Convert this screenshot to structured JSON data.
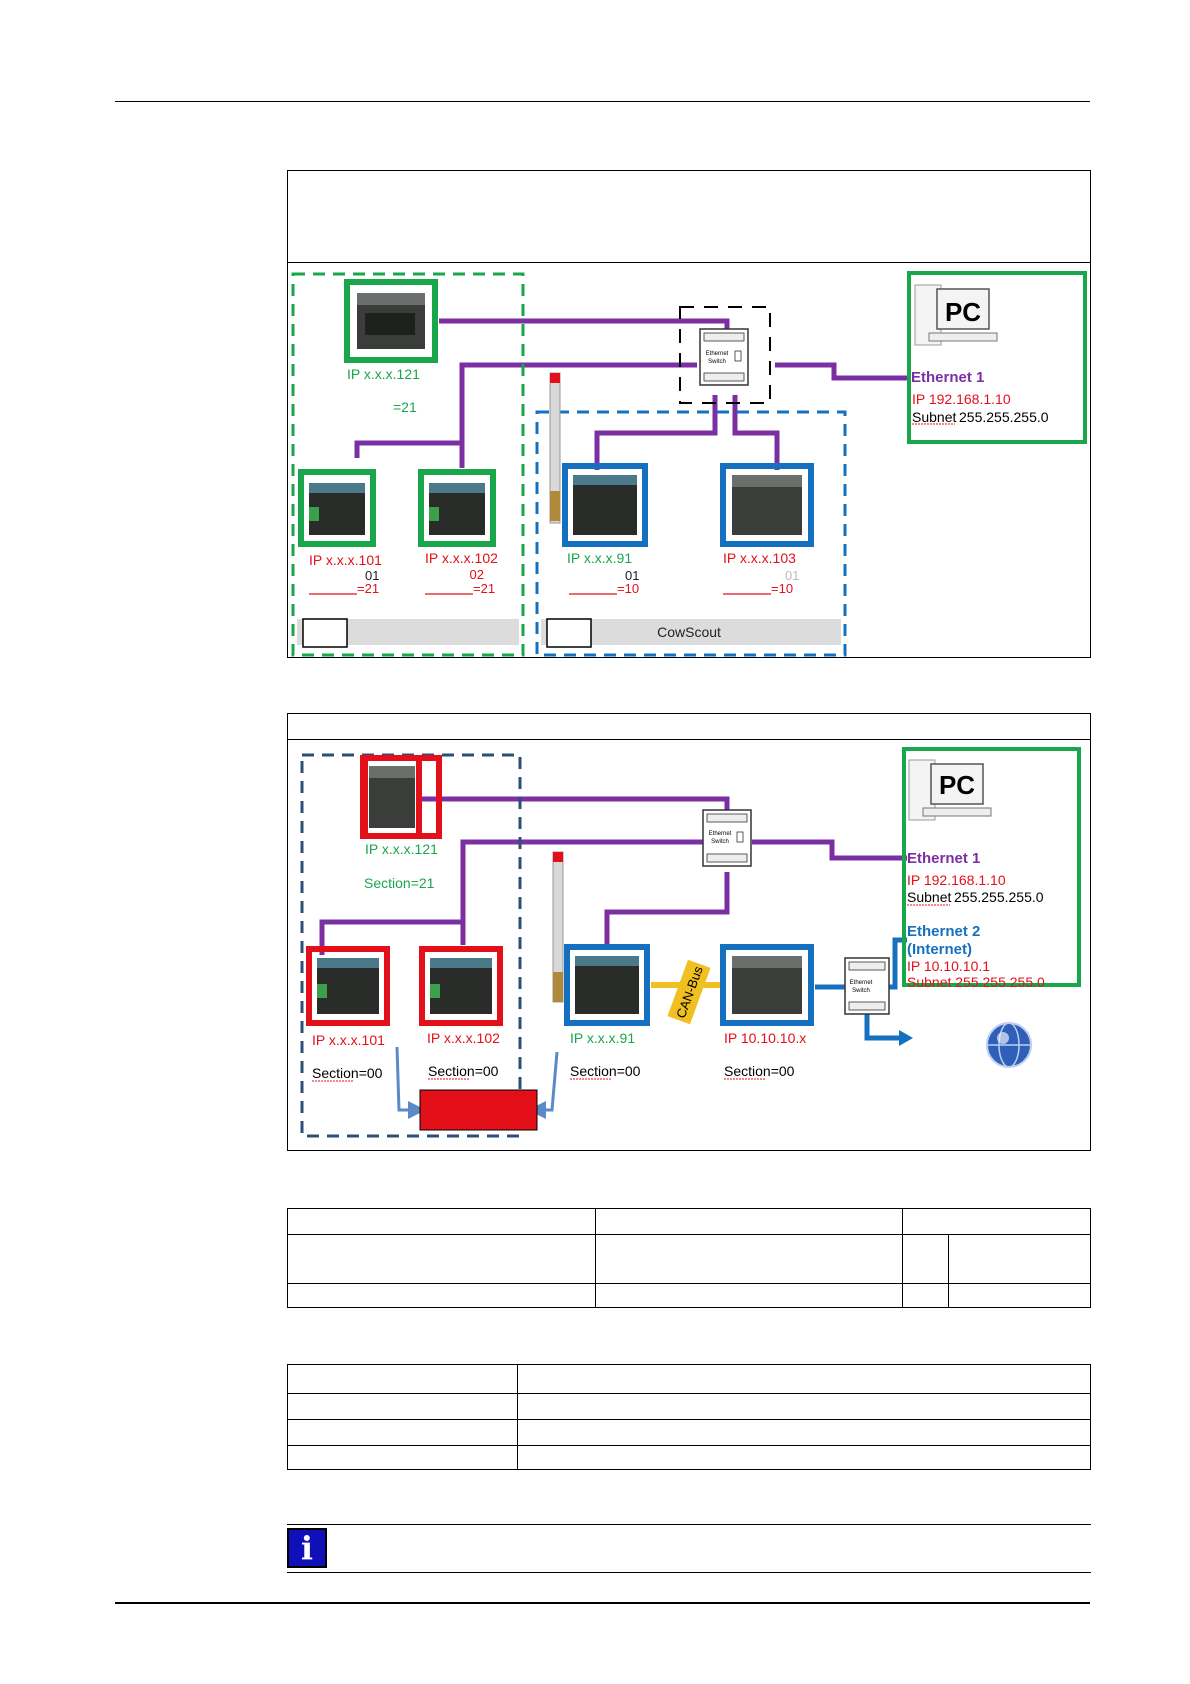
{
  "diagram1": {
    "ip121": "IP x.x.x.121",
    "sec121": "=21",
    "ip101": "IP x.x.x.101",
    "sub101": "01",
    "sec101": "=21",
    "ip102": "IP x.x.x.102",
    "sub102": "02",
    "sec102": "=21",
    "ip91": "IP x.x.x.91",
    "sub91": "01",
    "sec91": "=10",
    "ip103": "IP x.x.x.103",
    "sub103": "01",
    "sec103": "=10",
    "cowscout": "CowScout",
    "pc": "PC",
    "eth1": "Ethernet 1",
    "eth1_ip": "IP 192.168.1.10",
    "subnet_label": "Subnet",
    "subnet_value": "255.255.255.0",
    "switch_line1": "Ethernet",
    "switch_line2": "Switch"
  },
  "diagram2": {
    "ip121": "IP x.x.x.121",
    "sec121": "Section=21",
    "ip101": "IP x.x.x.101",
    "sec101": "Section=00",
    "ip102": "IP x.x.x.102",
    "sec102": "Section=00",
    "ip91": "IP x.x.x.91",
    "sec91": "Section=00",
    "ip10": "IP 10.10.10.x",
    "sec10": "Section=00",
    "canbus": "CAN-Bus",
    "pc": "PC",
    "eth1": "Ethernet 1",
    "eth1_ip": "IP 192.168.1.10",
    "subnet_label": "Subnet",
    "subnet_value": "255.255.255.0",
    "eth2_a": "Ethernet 2",
    "eth2_b": "(Internet)",
    "eth2_ip": "IP 10.10.10.1",
    "eth2_subnet": "Subnet 255.255.255.0",
    "switch_line1": "Ethernet",
    "switch_line2": "Switch"
  },
  "info_icon_glyph": "i",
  "colors": {
    "green": "#1aa64a",
    "purple": "#7a2fa3",
    "blue": "#1670c0",
    "red": "#e3101a",
    "dashblue": "#2e4f78",
    "orange": "#f0c020"
  }
}
